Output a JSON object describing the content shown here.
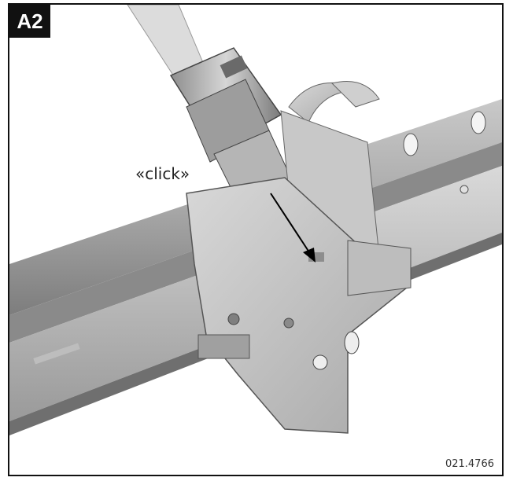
{
  "step_badge": "A2",
  "click_label": "«click»",
  "reference_number": "021.4766"
}
